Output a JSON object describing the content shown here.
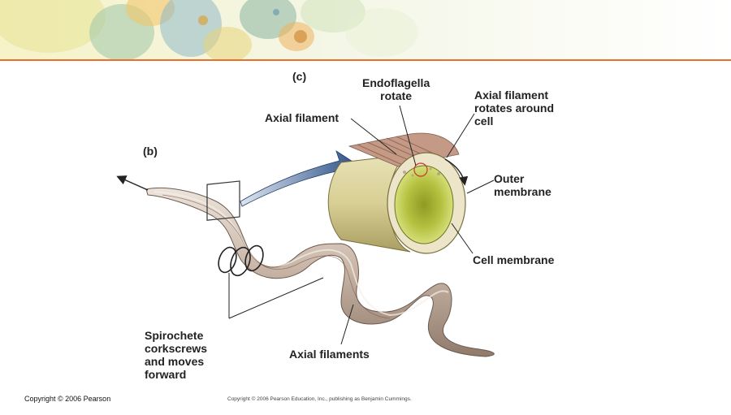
{
  "slide": {
    "footer_copyright": "Copyright © 2006 Pearson",
    "credit_line": "Copyright © 2006 Pearson Education, Inc., publishing as Benjamin Cummings."
  },
  "diagram": {
    "panel_b": "(b)",
    "panel_c": "(c)",
    "labels": {
      "endoflagella": "Endoflagella\nrotate",
      "axial_rotates": "Axial filament\nrotates around\ncell",
      "axial_filament": "Axial filament",
      "outer_membrane": "Outer\nmembrane",
      "cell_membrane": "Cell membrane",
      "spirochete": "Spirochete\ncorkscrews\nand moves\nforward",
      "axial_filaments": "Axial filaments"
    }
  },
  "colors": {
    "accent_rule": "#e8702a",
    "cell_body": "#c9b8aa",
    "cytoplasm": "#a8b530",
    "outer_layer": "#ece3c0",
    "arrow_blue": "#2a4f86"
  }
}
